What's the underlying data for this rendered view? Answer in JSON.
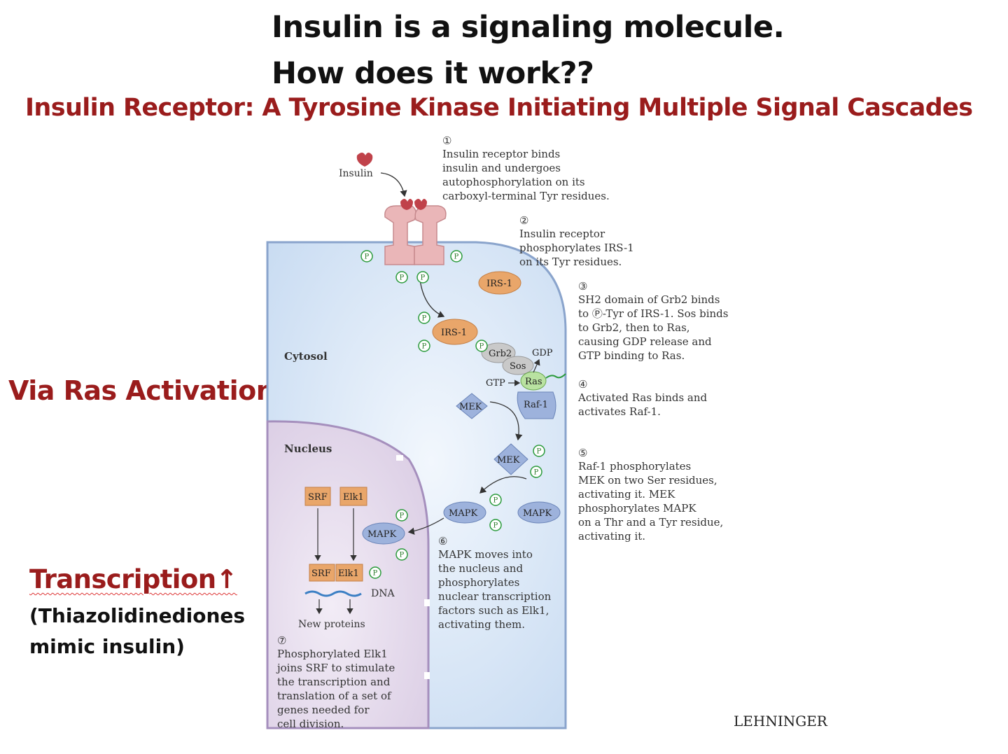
{
  "title_line1": "Insulin is a signaling molecule.",
  "title_line2": "How does it work??",
  "subtitle": "Insulin Receptor: A Tyrosine Kinase Initiating Multiple Signal Cascades",
  "side_labels": {
    "via": "Via Ras Activation",
    "transcription": "Transcription↑",
    "thiazo": "(Thiazolidinediones mimic insulin)"
  },
  "diagram": {
    "insulin": "Insulin",
    "cytosol": "Cytosol",
    "nucleus": "Nucleus",
    "irs1": "IRS-1",
    "grb2": "Grb2",
    "sos": "Sos",
    "ras": "Ras",
    "gdp": "GDP",
    "gtp": "GTP",
    "raf1": "Raf-1",
    "mek": "MEK",
    "mapk": "MAPK",
    "srf": "SRF",
    "elk1": "Elk1",
    "dna": "DNA",
    "new_proteins": "New proteins",
    "p": "P"
  },
  "steps": [
    {
      "num": "①",
      "text": "Insulin receptor binds\ninsulin and undergoes\nautophosphorylation on its\ncarboxyl-terminal Tyr residues."
    },
    {
      "num": "②",
      "text": "Insulin receptor\nphosphorylates IRS-1\non its Tyr residues."
    },
    {
      "num": "③",
      "text": "SH2 domain of Grb2 binds\nto Ⓟ-Tyr of IRS-1. Sos binds\nto Grb2, then to Ras,\ncausing GDP release and\nGTP binding to Ras."
    },
    {
      "num": "④",
      "text": "Activated Ras binds and\nactivates Raf-1."
    },
    {
      "num": "⑤",
      "text": "Raf-1 phosphorylates\nMEK on two Ser residues,\nactivating it. MEK\nphosphorylates MAPK\non a Thr and a Tyr residue,\nactivating it."
    },
    {
      "num": "⑥",
      "text": "MAPK moves into\nthe nucleus and\nphosphorylates\nnuclear transcription\nfactors such as Elk1,\nactivating them."
    },
    {
      "num": "⑦",
      "text": "Phosphorylated Elk1\njoins SRF to stimulate\nthe transcription and\ntranslation of a set of\ngenes needed for\ncell division."
    }
  ],
  "credit": "LEHNINGER",
  "colors": {
    "title_red": "#9a1c1c",
    "cytosol_blue": "#d8e6f6",
    "nucleus_purple": "#e6dcec",
    "irs_orange": "#e9a66a",
    "kinase_blue": "#9db2dc",
    "receptor_pink": "#eab6b8",
    "phospho_green": "#2a9a3a"
  }
}
